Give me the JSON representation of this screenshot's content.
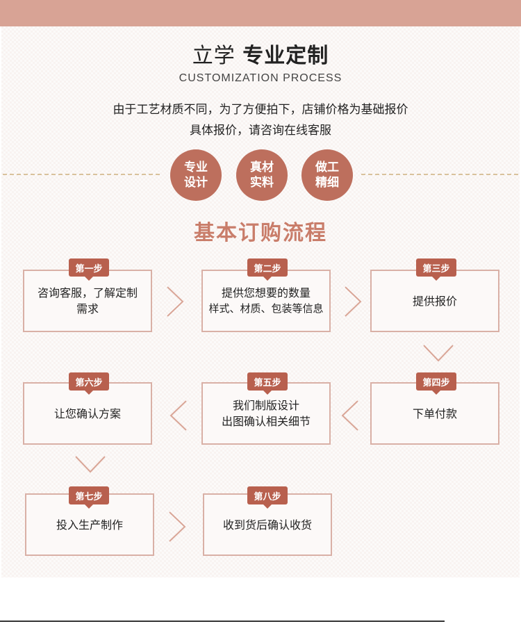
{
  "header": {
    "title_light": "立学",
    "title_bold": "专业定制",
    "subtitle": "CUSTOMIZATION PROCESS",
    "desc_line1": "由于工艺材质不同，为了方便拍下，店铺价格为基础报价",
    "desc_line2": "具体报价，请咨询在线客服"
  },
  "badges": [
    {
      "line1": "专业",
      "line2": "设计"
    },
    {
      "line1": "真材",
      "line2": "实料"
    },
    {
      "line1": "做工",
      "line2": "精细"
    }
  ],
  "process_title": "基本订购流程",
  "steps": [
    {
      "tag": "第一步",
      "line1": "咨询客服，了解定制",
      "line2": "需求"
    },
    {
      "tag": "第二步",
      "line1": "提供您想要的数量",
      "line2": "样式、材质、包装等信息"
    },
    {
      "tag": "第三步",
      "line1": "提供报价",
      "line2": ""
    },
    {
      "tag": "第四步",
      "line1": "下单付款",
      "line2": ""
    },
    {
      "tag": "第五步",
      "line1": "我们制版设计",
      "line2": "出图确认相关细节"
    },
    {
      "tag": "第六步",
      "line1": "让您确认方案",
      "line2": ""
    },
    {
      "tag": "第七步",
      "line1": "投入生产制作",
      "line2": ""
    },
    {
      "tag": "第八步",
      "line1": "收到货后确认收货",
      "line2": ""
    }
  ],
  "colors": {
    "topbar": "#d8a395",
    "badge": "#bd6f5d",
    "tag": "#b8604e",
    "process_title": "#c97d6a",
    "step_border": "#d9b0a6"
  },
  "icons": [
    "arrow-right-icon",
    "arrow-down-icon",
    "arrow-left-icon"
  ]
}
